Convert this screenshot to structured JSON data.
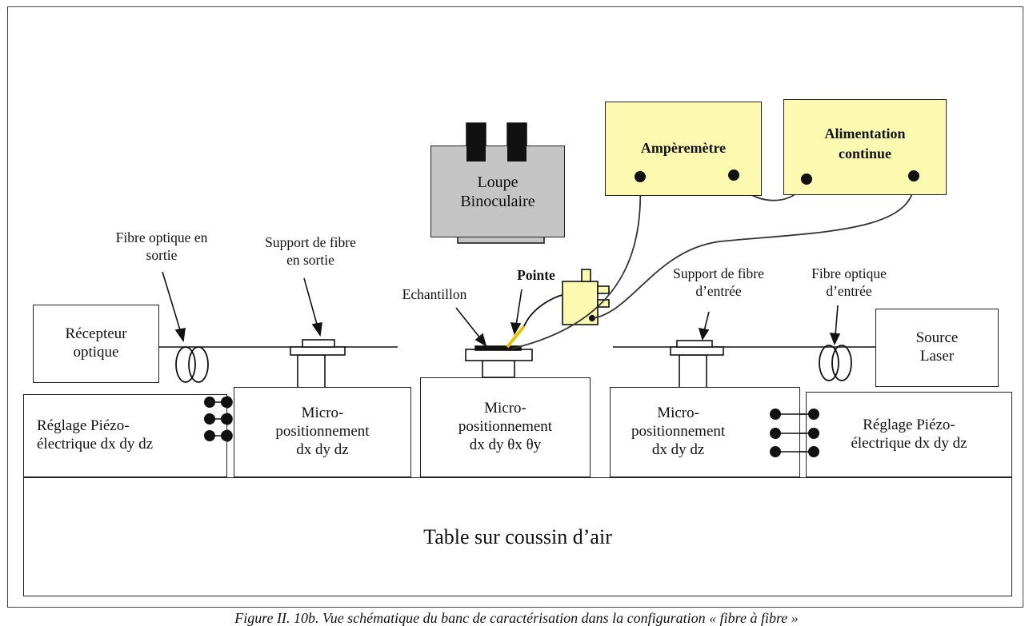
{
  "instruments": {
    "amperemetre": "Ampèremètre",
    "alimentation": "Alimentation\ncontinue",
    "loupe": "Loupe\nBinoculaire"
  },
  "labels": {
    "fibre_sortie": "Fibre optique en\nsortie",
    "support_sortie": "Support de fibre\nen sortie",
    "echantillon": "Echantillon",
    "pointe": "Pointe",
    "support_entree": "Support de fibre\nd’entrée",
    "fibre_entree": "Fibre optique\nd’entrée"
  },
  "boxes": {
    "recepteur": "Récepteur\noptique",
    "source": "Source\nLaser",
    "piezo_left": "Réglage Piézo-\nélectrique dx dy dz",
    "micro_left": "Micro-\npositionnement\ndx dy dz",
    "micro_center": "Micro-\npositionnement\ndx dy θx θy",
    "micro_right": "Micro-\npositionnement\ndx dy dz",
    "piezo_right": "Réglage Piézo-\nélectrique dx dy dz",
    "table": "Table sur coussin d’air"
  },
  "caption": "Figure II. 10b. Vue schématique du banc de caractérisation dans la configuration « fibre à fibre »"
}
